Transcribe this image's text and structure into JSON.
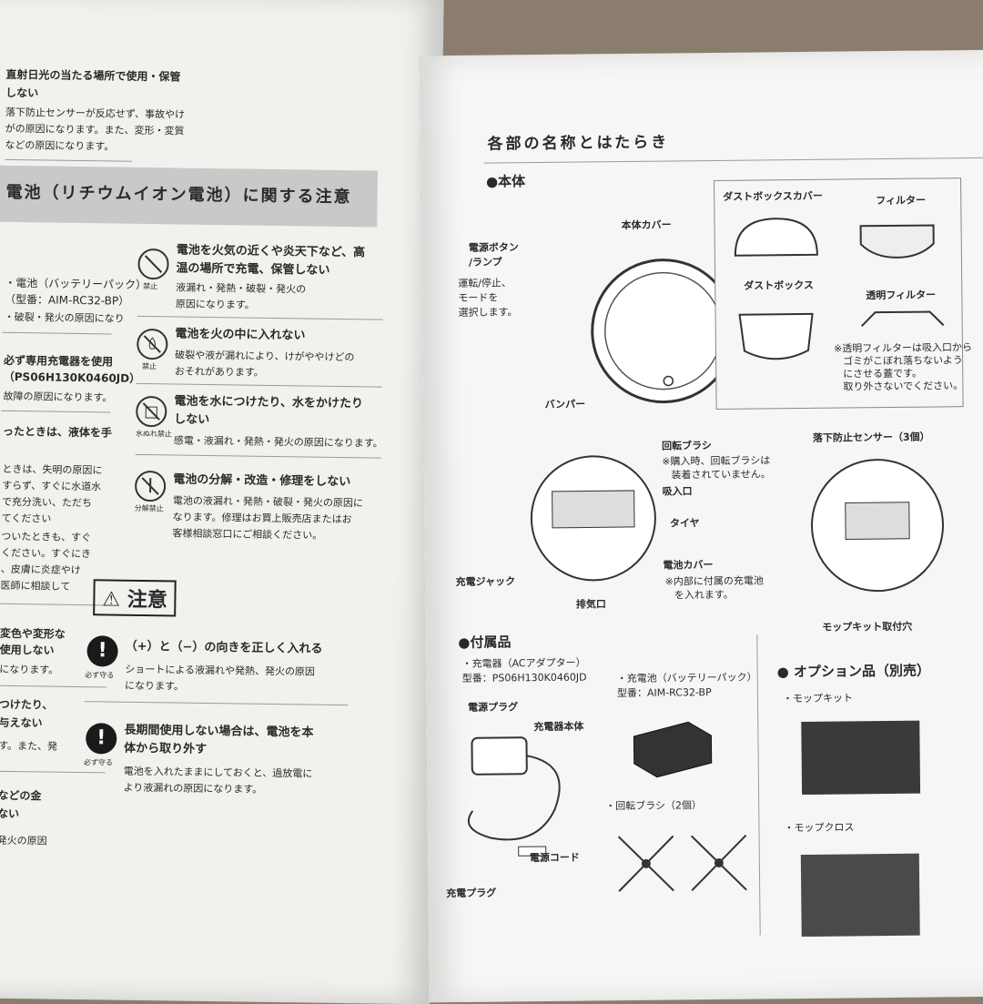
{
  "left": {
    "top_lines": [
      "直射日光の当たる場所で使用・保管",
      "しない",
      "落下防止センサーが反応せず、事故やけ",
      "がの原因になります。また、変形・変質",
      "などの原因になります。"
    ],
    "banner_title": "電池（リチウムイオン電池）に関する注意",
    "col1": [
      "・電池（バッテリーパック）",
      "（型番：AIM-RC32-BP）",
      "・破裂・発火の原因になり",
      "必ず専用充電器を使用",
      "（PS06H130K0460JD）",
      "故障の原因になります。",
      "ったときは、液体を手",
      "ときは、失明の原因に",
      "すらず、すぐに水道水",
      "で充分洗い、ただち",
      "てください",
      "ついたときも、すぐ",
      "ください。すぐにき",
      "、皮膚に炎症やけ",
      "医師に相談して",
      "変色や変形な",
      "使用しない",
      "になります。",
      "つけたり、",
      "与えない",
      "す。また、発",
      "などの金",
      "ない",
      "発火の原因"
    ],
    "items": [
      {
        "icon_label": "禁止",
        "title1": "電池を火気の近くや炎天下など、高",
        "title2": "温の場所で充電、保管しない",
        "desc1": "液漏れ・発熱・破裂・発火の",
        "desc2": "原因になります。"
      },
      {
        "icon_label": "禁止",
        "title1": "電池を火の中に入れない",
        "title2": "",
        "desc1": "破裂や液が漏れにより、けがややけどの",
        "desc2": "おそれがあります。"
      },
      {
        "icon_label": "水ぬれ禁止",
        "title1": "電池を水につけたり、水をかけたり",
        "title2": "しない",
        "desc1": "感電・液漏れ・発熱・発火の原因になります。",
        "desc2": ""
      },
      {
        "icon_label": "分解禁止",
        "title1": "電池の分解・改造・修理をしない",
        "title2": "",
        "desc1": "電池の液漏れ・発熱・破裂・発火の原因に",
        "desc2": "なります。修理はお買上販売店またはお",
        "desc3": "客様相談窓口にご相談ください。"
      }
    ],
    "caution_label": "注意",
    "cautions": [
      {
        "icon_label": "必ず守る",
        "title1": "（+）と（−）の向きを正しく入れる",
        "title2": "",
        "desc1": "ショートによる液漏れや発熱、発火の原因",
        "desc2": "になります。"
      },
      {
        "icon_label": "必ず守る",
        "title1": "長期間使用しない場合は、電池を本",
        "title2": "体から取り外す",
        "desc1": "電池を入れたままにしておくと、過放電に",
        "desc2": "より液漏れの原因になります。"
      }
    ]
  },
  "right": {
    "section_title": "各部の名称とはたらき",
    "main_unit": "●本体",
    "labels": {
      "power_button": "電源ボタン",
      "lamp": "/ランプ",
      "run_stop1": "運転/停止、",
      "run_stop2": "モードを",
      "run_stop3": "選択します。",
      "body_cover": "本体カバー",
      "bumper": "バンパー",
      "dustbox_cover": "ダストボックスカバー",
      "filter": "フィルター",
      "dustbox": "ダストボックス",
      "clear_filter": "透明フィルター",
      "clear_filter_note1": "※透明フィルターは吸入口から",
      "clear_filter_note2": "ゴミがこぼれ落ちないよう",
      "clear_filter_note3": "にさせる蓋です。",
      "clear_filter_note4": "取り外さないでください。",
      "rotary_brush": "回転ブラシ",
      "rotary_note1": "※購入時、回転ブラシは",
      "rotary_note2": "装着されていません。",
      "intake": "吸入口",
      "tire": "タイヤ",
      "battery_cover": "電池カバー",
      "battery_note1": "※内部に付属の充電池",
      "battery_note2": "を入れます。",
      "charge_jack": "充電ジャック",
      "exhaust": "排気口",
      "fall_sensor": "落下防止センサー（3個）",
      "mop_holes": "モップキット取付穴"
    },
    "accessories_title": "●付属品",
    "charger_line1": "・充電器（ACアダプター）",
    "charger_line2": "型番：PS06H130K0460JD",
    "battery_line1": "・充電池（バッテリーパック）",
    "battery_line2": "型番：AIM-RC32-BP",
    "power_plug": "電源プラグ",
    "charger_body": "充電器本体",
    "power_cord": "電源コード",
    "charge_plug": "充電プラグ",
    "brush_line": "・回転ブラシ（2個）",
    "options_title": "● オプション品（別売）",
    "mop_kit": "・モップキット",
    "mop_cloth": "・モップクロス"
  }
}
